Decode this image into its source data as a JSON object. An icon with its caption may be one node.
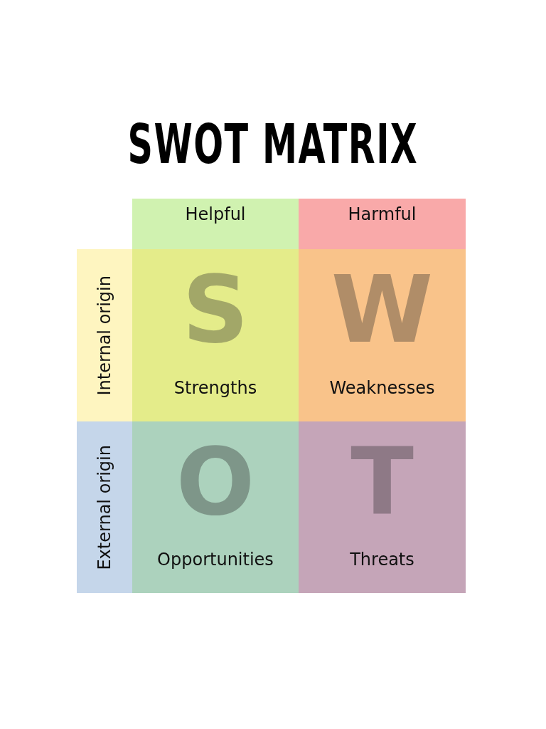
{
  "diagram": {
    "title": "SWOT MATRIX",
    "nodes": [
      {
        "text": [
          "Helpful"
        ]
      },
      {
        "text": [
          "Harmful"
        ]
      },
      {
        "text": [
          "Internal origin"
        ]
      },
      {
        "text": [
          "S",
          "Strengths"
        ]
      },
      {
        "text": [
          "W",
          "Weaknesses"
        ]
      },
      {
        "text": [
          "External origin"
        ]
      },
      {
        "text": [
          "O",
          "Opportunities"
        ]
      },
      {
        "text": [
          "T",
          "Threats"
        ]
      }
    ]
  }
}
